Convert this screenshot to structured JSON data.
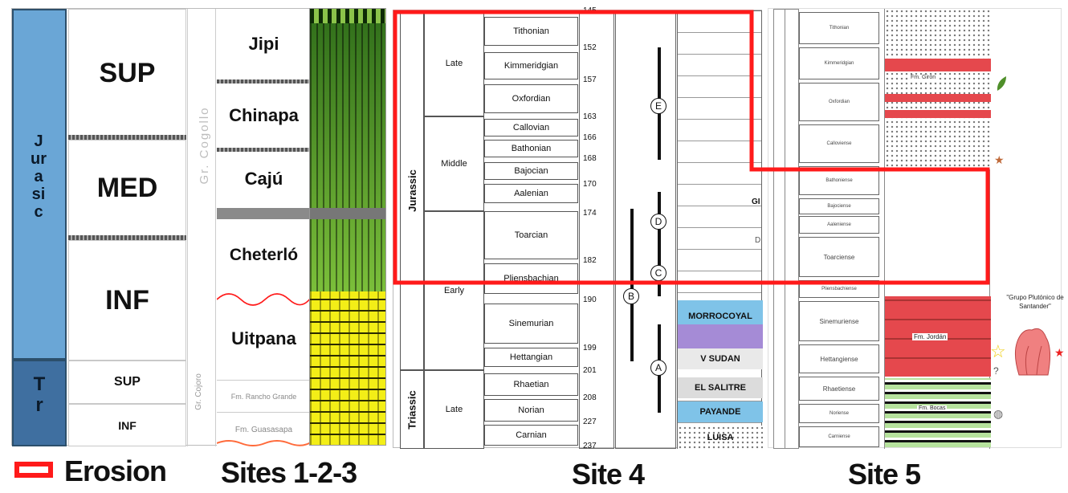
{
  "panel1": {
    "eras": [
      {
        "label": "Jurasic"
      },
      {
        "label": "Tr"
      }
    ],
    "epochs": [
      "SUP",
      "MED",
      "INF",
      "SUP",
      "INF"
    ],
    "group_labels": [
      "Gr. Cogollo",
      "Gr. Cojoro"
    ],
    "formations": [
      "Jipi",
      "Chinapa",
      "Cajú",
      "Cheterló",
      "Uitpana",
      "Fm. Rancho Grande",
      "Fm. Guasasapa"
    ]
  },
  "panel2": {
    "period_labels": [
      "Jurassic",
      "Triassic"
    ],
    "epochs": [
      "Late",
      "Middle",
      "Early",
      "Late"
    ],
    "stages": [
      "Tithonian",
      "Kimmeridgian",
      "Oxfordian",
      "Callovian",
      "Bathonian",
      "Bajocian",
      "Aalenian",
      "Toarcian",
      "Pliensbachian",
      "Sinemurian",
      "Hettangian",
      "Rhaetian",
      "Norian",
      "Carnian"
    ],
    "ages": [
      "145",
      "152",
      "157",
      "163",
      "166",
      "168",
      "170",
      "174",
      "182",
      "190",
      "199",
      "201",
      "208",
      "227",
      "237"
    ],
    "markers": [
      "E",
      "D",
      "C",
      "B",
      "A"
    ],
    "formations": [
      "MORROCOYAL",
      "V SUDAN",
      "EL SALITRE",
      "PAYANDE",
      "LUISA"
    ],
    "side_labels": [
      "GI",
      "D"
    ]
  },
  "panel3": {
    "stages": [
      "Tithonian",
      "Kimmeridgian",
      "Oxfordian",
      "Calloviense",
      "Bathoniense",
      "Bajociense",
      "Aaleniense",
      "Toarciense",
      "Pliensbachiense",
      "Sinemuriense",
      "Hettangiense",
      "Rhaetiense",
      "Noriense",
      "Carniense"
    ],
    "formations": [
      "Fm. Girón",
      "Fm. Jordán",
      "Fm. Bocas"
    ],
    "group_label": "\"Grupo Plutónico de Santander\""
  },
  "footer": {
    "legend_label": "Erosion",
    "site_labels": [
      "Sites 1-2-3",
      "Site 4",
      "Site 5"
    ]
  },
  "colors": {
    "erosion": "#ff1a1a",
    "era_blue": "#6aa6d6",
    "tr_blue": "#3f6fa0",
    "green": "#5a9e2a",
    "yellow": "#f3ee17",
    "red_layer": "#e5484d",
    "light_blue": "#7fc3e8"
  }
}
